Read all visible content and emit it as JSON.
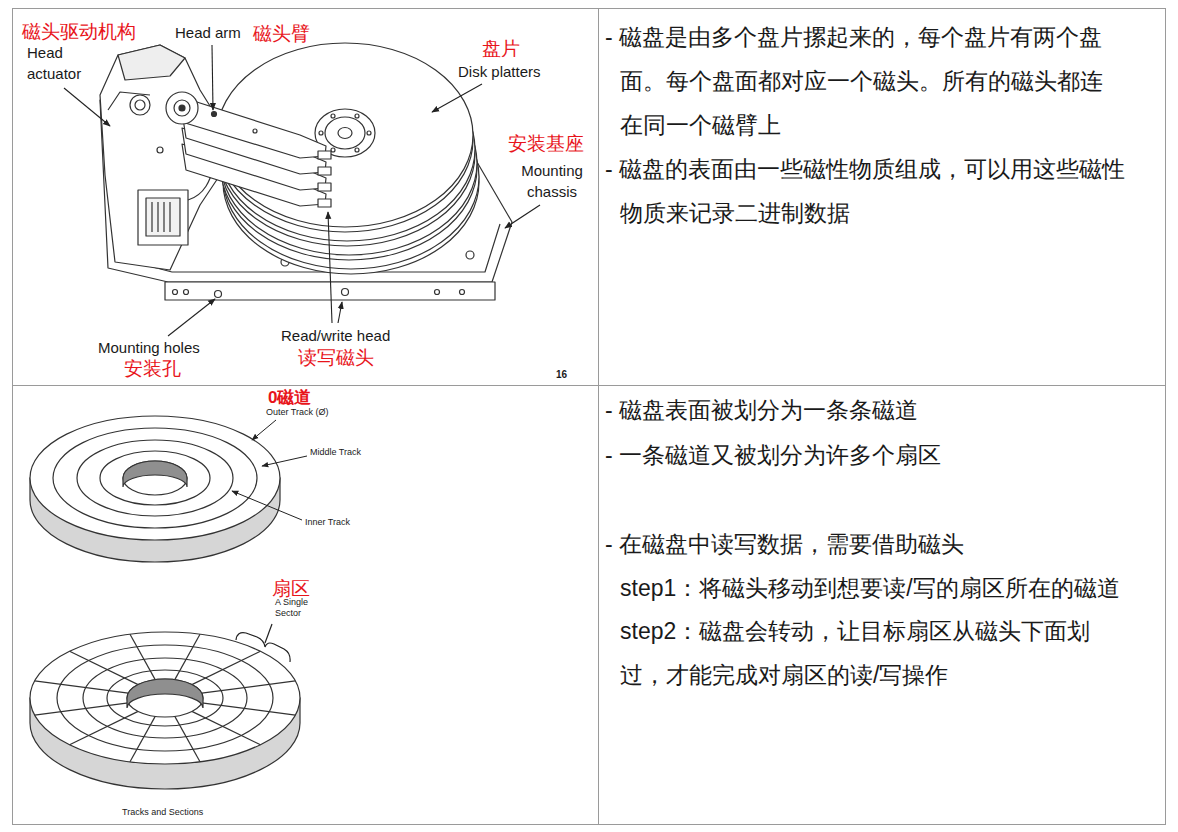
{
  "diagram": {
    "labels": [
      "磁头驱动机构",
      "Head actuator",
      "Head arm",
      "磁头臂",
      "盘片",
      "Disk platters",
      "安装基座",
      "Mounting chassis",
      "Mounting holes",
      "安装孔",
      "Read/write head",
      "读写磁头",
      "16",
      "- 磁盘是由多个盘片摞起来的，每个盘片有两个盘面。每个盘面都对应一个磁头。所有的磁头都连在同一个磁臂上",
      "- 磁盘的表面由一些磁性物质组成，可以用这些磁性物质来记录二进制数据",
      "0磁道",
      "Outer Track (Ø)",
      "Middle Track",
      "Inner Track",
      "扇区",
      "A Single Sector",
      "Tracks and Sections",
      "- 磁盘表面被划分为一条条磁道",
      "- 一条磁道又被划分为许多个扇区",
      "- 在磁盘中读写数据，需要借助磁头",
      "step1：将磁头移动到想要读/写的扇区所在的磁道",
      "step2：磁盘会转动，让目标扇区从磁头下面划过，才能完成对扇区的读/写操作"
    ]
  }
}
